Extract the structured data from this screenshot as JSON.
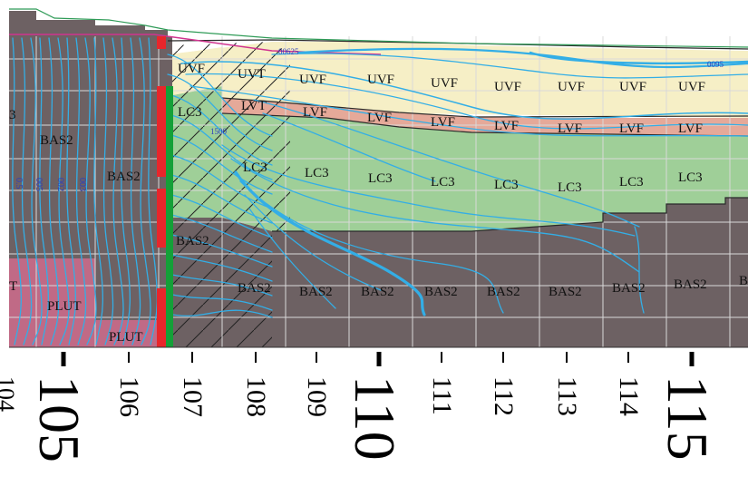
{
  "colors": {
    "uvf": "#f6efc6",
    "lvf": "#e5a999",
    "lc3": "#9fcf98",
    "bas2": "#6d6163",
    "plut": "#c06a86",
    "grid": "#d9d9d9",
    "flow": "#33aee6",
    "red_bar": "#e8262b",
    "green_bar": "#14a038",
    "hatch": "#222222",
    "magenta": "#d0338f"
  },
  "unit_labels": {
    "uvf": "UVF",
    "uvt": "UVT",
    "lvf": "LVF",
    "lvt": "LVT",
    "lc3": "LC3",
    "bas2": "BAS2",
    "plut": "PLUT",
    "left_cut": "T",
    "left_cut_3": "3",
    "right_cut": "B"
  },
  "contour_labels": [
    "00625",
    "0095",
    "1500"
  ],
  "left_flow_labels": [
    "0.5",
    "005",
    "002",
    "003"
  ],
  "axis": {
    "major_ticks": [
      "105",
      "110",
      "115"
    ],
    "minor_ticks": [
      "106",
      "107",
      "108",
      "109",
      "111",
      "112",
      "113",
      "114"
    ],
    "clipped_tick": "104"
  }
}
